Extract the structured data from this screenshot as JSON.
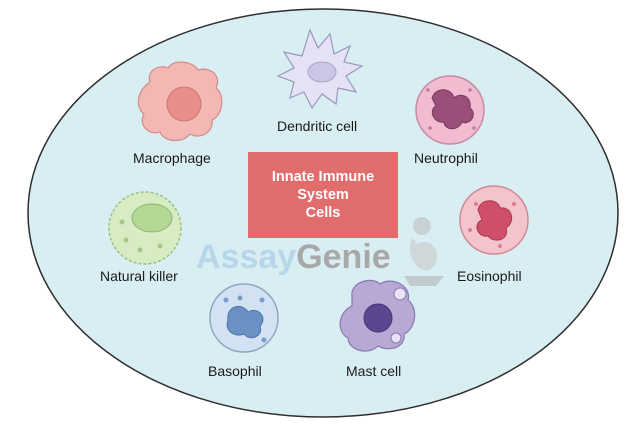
{
  "center": {
    "lines": [
      "Innate Immune",
      "System",
      "Cells"
    ]
  },
  "cells": {
    "dendritic": "Dendritic cell",
    "macrophage": "Macrophage",
    "neutrophil": "Neutrophil",
    "natural_killer": "Natural killer",
    "eosinophil": "Eosinophil",
    "basophil": "Basophil",
    "mast": "Mast cell"
  },
  "watermark": {
    "part1": "Assay",
    "part2": "Genie"
  },
  "colors": {
    "background_ellipse": "#d8eef2",
    "center_box": "#e06c6c",
    "macrophage": "#f4b8b4",
    "dendritic": "#e4e2f4",
    "neutrophil": "#f2bcd0",
    "natural_killer": "#d8ecc4",
    "eosinophil": "#f4c4cc",
    "basophil": "#d2e2f2",
    "mast": "#b7a8d4"
  },
  "icons": [
    "macrophage-cell-icon",
    "dendritic-cell-icon",
    "neutrophil-cell-icon",
    "natural-killer-cell-icon",
    "eosinophil-cell-icon",
    "basophil-cell-icon",
    "mast-cell-icon",
    "genie-lamp-icon"
  ]
}
